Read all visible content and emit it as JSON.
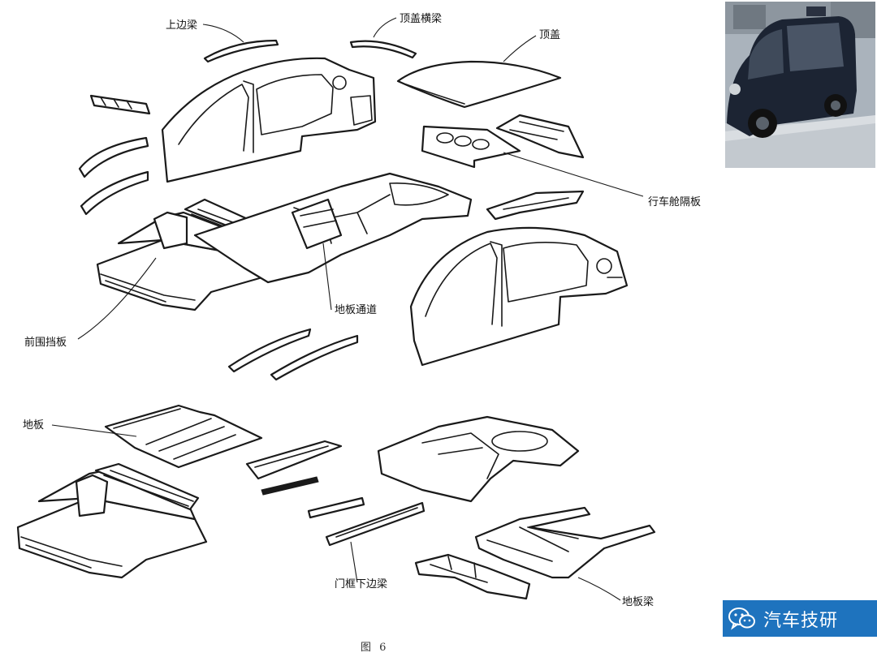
{
  "labels": {
    "roof_side_rail": "上边梁",
    "roof_crossbeam": "顶盖横梁",
    "roof_panel": "顶盖",
    "cabin_partition": "行车舱隔板",
    "floor_tunnel": "地板通道",
    "dash_panel": "前围挡板",
    "floor": "地板",
    "door_sill_rail": "门框下边梁",
    "floor_beam": "地板梁"
  },
  "caption": "图 6",
  "watermark": {
    "brand": "汽车技研",
    "icon": "wechat-icon",
    "background": "#1e73be"
  }
}
